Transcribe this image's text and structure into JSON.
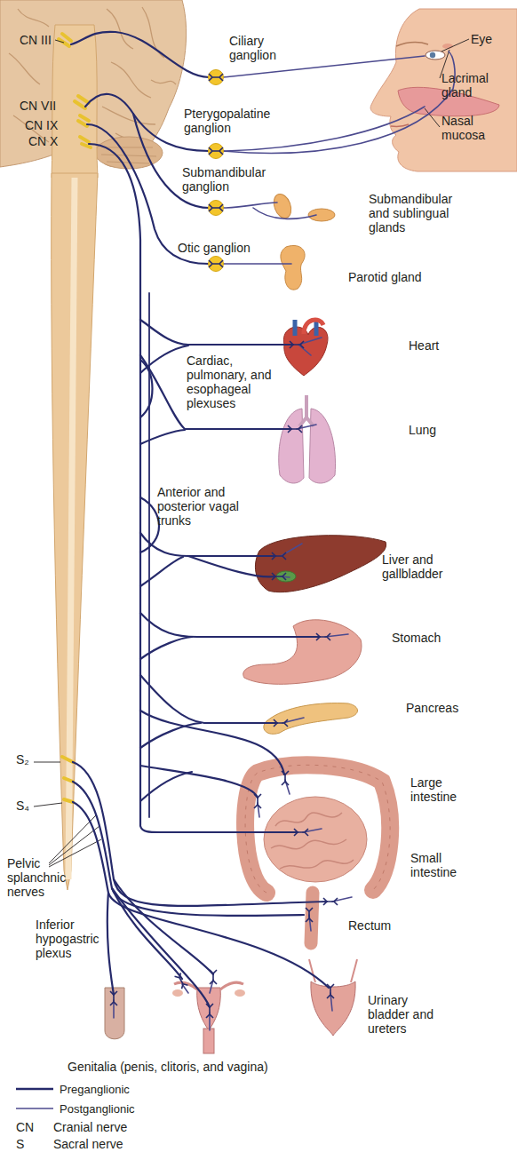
{
  "diagram": {
    "labels": [
      "CN III",
      "Ciliary ganglion",
      "Eye",
      "Lacrimal gland",
      "CN VII",
      "CN IX",
      "CN X",
      "Pterygopalatine ganglion",
      "Nasal mucosa",
      "Submandibular ganglion",
      "Submandibular and sublingual glands",
      "Otic ganglion",
      "Parotid gland",
      "Heart",
      "Cardiac, pulmonary, and esophageal plexuses",
      "Lung",
      "Anterior and posterior vagal trunks",
      "Liver and gallbladder",
      "Stomach",
      "Pancreas",
      "S₂",
      "Large intestine",
      "S₄",
      "Pelvic splanchnic nerves",
      "Small intestine",
      "Inferior hypogastric plexus",
      "Rectum",
      "Urinary bladder and ureters",
      "Genitalia (penis, clitoris, and vagina)",
      "CN",
      "Cranial nerve",
      "S",
      "Sacral nerve"
    ],
    "legend": [
      {
        "text": "Preganglionic"
      },
      {
        "text": "Postganglionic"
      }
    ]
  }
}
